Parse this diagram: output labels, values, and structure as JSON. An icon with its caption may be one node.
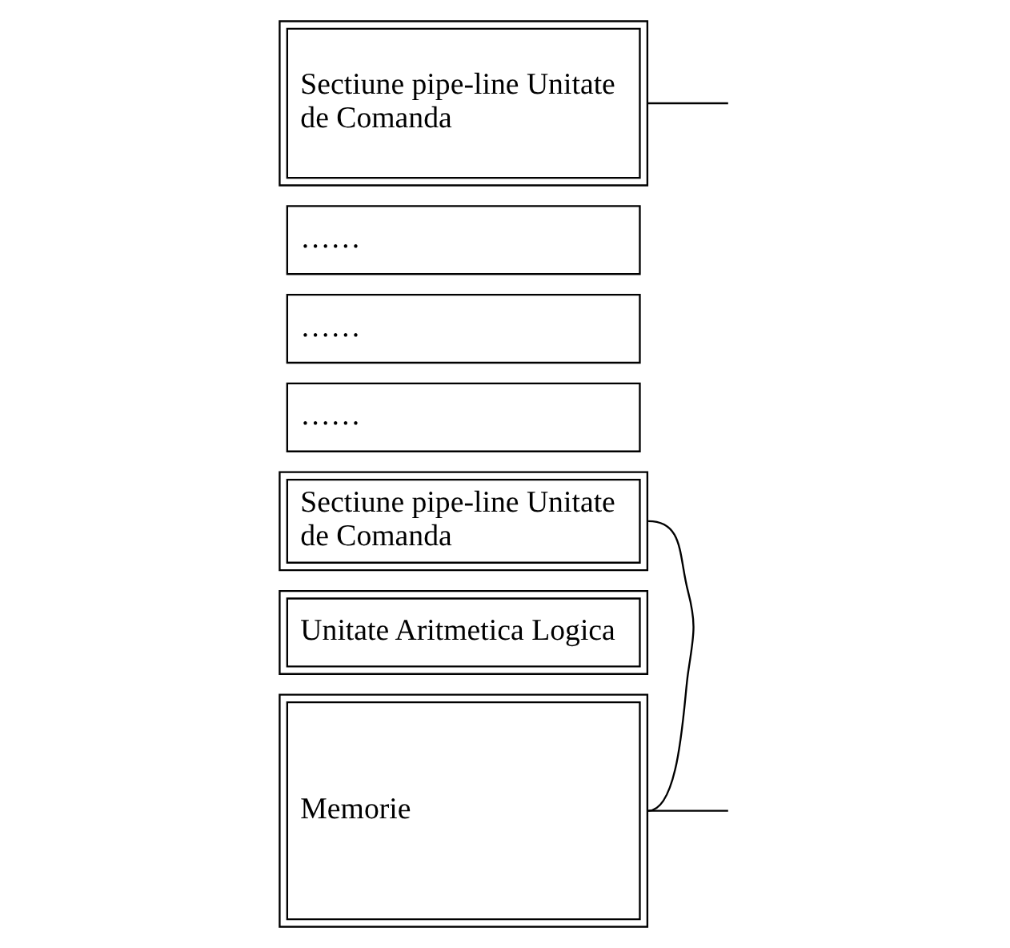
{
  "diagram": {
    "nodes": [
      {
        "text": [
          "Sectiune pipe-line Unitate de Comanda"
        ]
      },
      {
        "text": [
          "……"
        ]
      },
      {
        "text": [
          "……"
        ]
      },
      {
        "text": [
          "……"
        ]
      },
      {
        "text": [
          "Sectiune pipe-line Unitate de Comanda"
        ]
      },
      {
        "text": [
          "Unitate Aritmetica Logica"
        ]
      },
      {
        "text": [
          "Memorie"
        ]
      }
    ],
    "edges": [
      {
        "from": 0,
        "to": null,
        "arrow": "none"
      },
      {
        "from": 4,
        "to": 6,
        "arrow": "none"
      },
      {
        "from": 6,
        "to": null,
        "arrow": "none"
      }
    ]
  }
}
